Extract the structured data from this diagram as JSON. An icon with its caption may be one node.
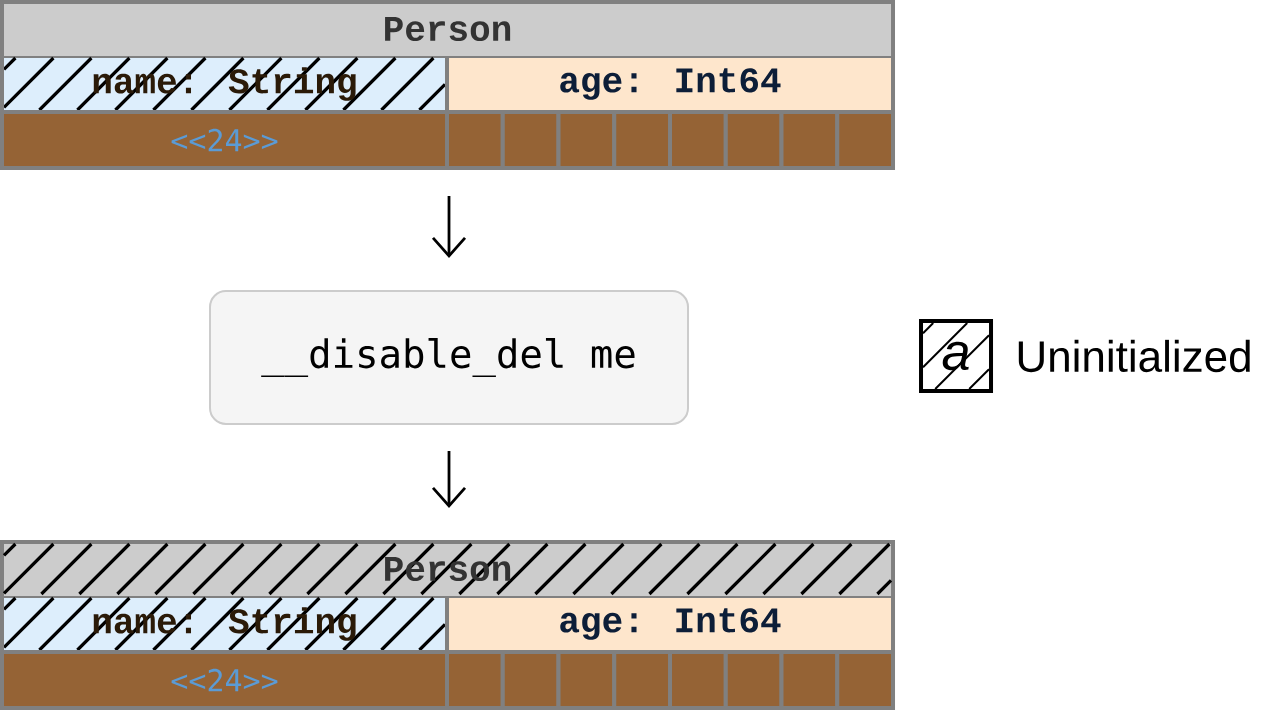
{
  "diagram": {
    "nodes": [
      {
        "text": [
          "Person"
        ]
      },
      {
        "text": [
          "name: String"
        ],
        "in": 0
      },
      {
        "text": [
          "age: Int64"
        ],
        "in": 0
      },
      {
        "text": [
          "<<24>>"
        ],
        "in": 0
      },
      {
        "text": [],
        "shape": "box",
        "in": 0
      },
      {
        "text": [],
        "shape": "box",
        "in": 0
      },
      {
        "text": [],
        "shape": "box",
        "in": 0
      },
      {
        "text": [],
        "shape": "box",
        "in": 0
      },
      {
        "text": [],
        "shape": "box",
        "in": 0
      },
      {
        "text": [],
        "shape": "box",
        "in": 0
      },
      {
        "text": [],
        "shape": "box",
        "in": 0
      },
      {
        "text": [],
        "shape": "box",
        "in": 0
      },
      {
        "text": [
          "__disable_del me"
        ]
      },
      {
        "text": [
          "Person"
        ]
      },
      {
        "text": [
          "name: String"
        ],
        "in": 13
      },
      {
        "text": [
          "age: Int64"
        ],
        "in": 13
      },
      {
        "text": [
          "<<24>>"
        ],
        "in": 13
      },
      {
        "text": [],
        "shape": "box",
        "in": 13
      },
      {
        "text": [],
        "shape": "box",
        "in": 13
      },
      {
        "text": [],
        "shape": "box",
        "in": 13
      },
      {
        "text": [],
        "shape": "box",
        "in": 13
      },
      {
        "text": [],
        "shape": "box",
        "in": 13
      },
      {
        "text": [],
        "shape": "box",
        "in": 13
      },
      {
        "text": [],
        "shape": "box",
        "in": 13
      },
      {
        "text": [],
        "shape": "box",
        "in": 13
      }
    ],
    "edges": [
      {
        "from": 0,
        "to": 12,
        "arrow": "to"
      },
      {
        "from": 12,
        "to": 13,
        "arrow": "to"
      }
    ],
    "labels": [
      "a"
    ],
    "legend": [
      {
        "text": "Uninitialized"
      }
    ]
  }
}
